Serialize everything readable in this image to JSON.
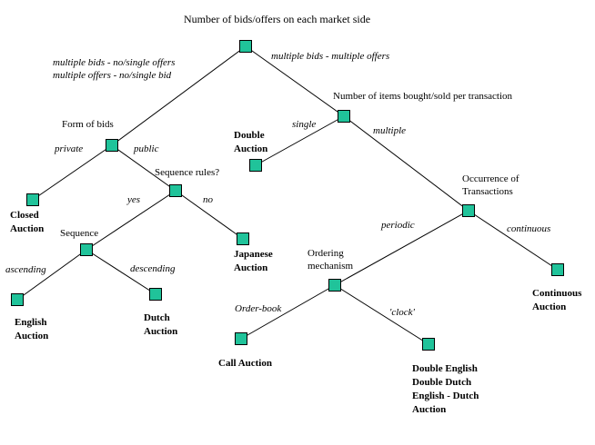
{
  "title": "Number of bids/offers on each market side",
  "node_color": "#20c39a",
  "edge_color": "#000000",
  "decisions": {
    "form_of_bids": "Form of bids",
    "sequence_rules": "Sequence rules?",
    "sequence": "Sequence",
    "items_per_transaction": "Number of items bought/sold per transaction",
    "occurrence": [
      "Occurrence of",
      "Transactions"
    ],
    "ordering": [
      "Ordering",
      "mechanism"
    ]
  },
  "edge_labels": {
    "left_branch": [
      "multiple bids - no/single offers",
      "multiple offers - no/single bid"
    ],
    "right_branch": "multiple bids - multiple offers",
    "private": "private",
    "public": "public",
    "yes": "yes",
    "no": "no",
    "ascending": "ascending",
    "descending": "descending",
    "single": "single",
    "multiple": "multiple",
    "periodic": "periodic",
    "continuous": "continuous",
    "order_book": "Order-book",
    "clock": "'clock'"
  },
  "outcomes": {
    "closed_auction": [
      "Closed",
      "Auction"
    ],
    "english_auction": [
      "English",
      "Auction"
    ],
    "dutch_auction": [
      "Dutch",
      "Auction"
    ],
    "japanese_auction": [
      "Japanese",
      "Auction"
    ],
    "double_auction": [
      "Double",
      "Auction"
    ],
    "call_auction": "Call Auction",
    "double_english_group": [
      "Double English",
      "Double Dutch",
      "English - Dutch",
      "Auction"
    ],
    "continuous_auction": [
      "Continuous",
      "Auction"
    ]
  }
}
